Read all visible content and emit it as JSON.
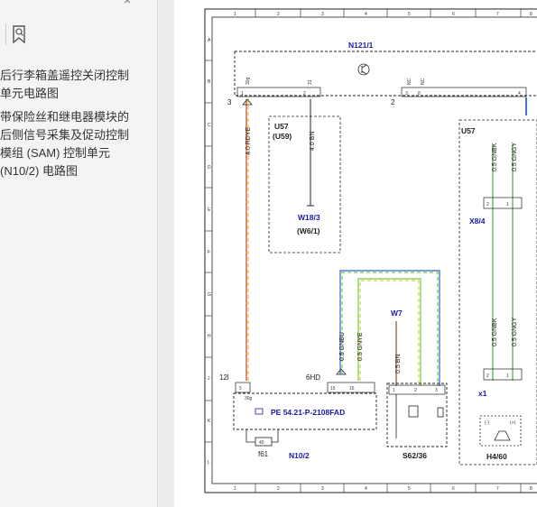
{
  "sidebar": {
    "close_glyph": "×",
    "bookmark1": [
      "后行李箱盖遥控关闭控制",
      "单元电路图"
    ],
    "bookmark2": [
      "带保险丝和继电器模块的",
      "后侧信号采集及促动控制",
      "模组 (SAM) 控制单元",
      "(N10/2) 电路图"
    ],
    "icons": [
      "bookmark-search-icon",
      "collapse-arrow-icon"
    ]
  },
  "frame": {
    "columns": [
      "1",
      "2",
      "3",
      "4",
      "5",
      "6",
      "7",
      "8"
    ],
    "rows": [
      "A",
      "B",
      "C",
      "D",
      "E",
      "F",
      "G",
      "H",
      "J",
      "K",
      "L"
    ]
  },
  "diagram": {
    "n121": "N121/1",
    "conn3": "3",
    "conn2": "2",
    "u57_left": "U57",
    "u59": "(U59)",
    "u57_right": "U57",
    "w18": "W18/3",
    "w6": "(W6/1)",
    "x84": "X8/4",
    "w7": "W7",
    "x1": "x1",
    "c12l": "12l",
    "c6hd": "6HD",
    "pe_ref": "PE 54.21-P-2108FAD",
    "f61": "f61",
    "f61_val": "40",
    "n102": "N10/2",
    "s62": "S62/36",
    "h460": "H4/60",
    "pin_nc1": "NC",
    "pin_nc2": "NC",
    "pin_30g": "30g",
    "pin_31": "31",
    "pin_1": "1",
    "pin_2": "2",
    "pin_3": "3",
    "pin_4": "4",
    "pin_5": "5",
    "pin_8": "8",
    "pin_15": "15",
    "pin_16": "16",
    "wire_rdye": "4.0 RDYE",
    "wire_bn4": "4.0 BN",
    "wire_gnbu": "0.5 GNBU",
    "wire_gnye": "0.5 GNYE",
    "wire_bn05": "0.5 BN",
    "wire_gnbk": "0.5 GNBK",
    "wire_gngy": "0.5 GNGY",
    "minus": "(-)",
    "plus": "(+)"
  }
}
